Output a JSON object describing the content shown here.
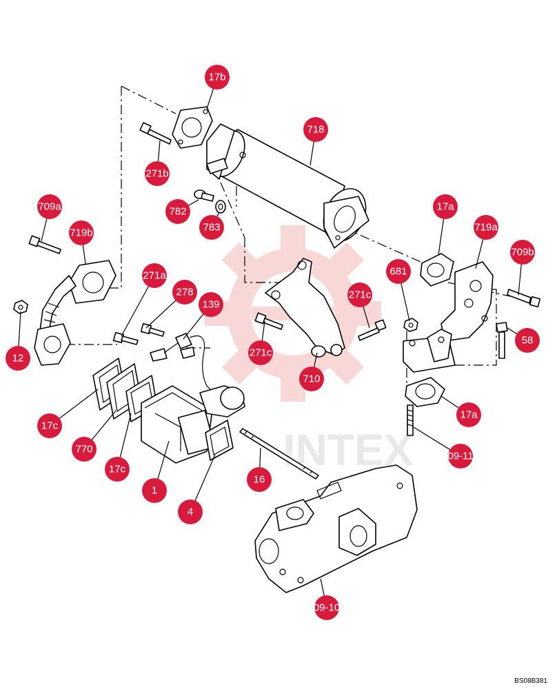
{
  "watermark": {
    "text": "INTEX",
    "color": "#f4c6c6"
  },
  "callout_color": "#d81b3c",
  "reference_code": "BS08B381",
  "callouts": [
    {
      "id": "17b",
      "label": "17b"
    },
    {
      "id": "718",
      "label": "718"
    },
    {
      "id": "271b",
      "label": "271b"
    },
    {
      "id": "782",
      "label": "782"
    },
    {
      "id": "783",
      "label": "783"
    },
    {
      "id": "709a",
      "label": "709a"
    },
    {
      "id": "719b",
      "label": "719b"
    },
    {
      "id": "17a-top",
      "label": "17a"
    },
    {
      "id": "719a",
      "label": "719a"
    },
    {
      "id": "709b",
      "label": "709b"
    },
    {
      "id": "681",
      "label": "681"
    },
    {
      "id": "271a",
      "label": "271a"
    },
    {
      "id": "278",
      "label": "278"
    },
    {
      "id": "139",
      "label": "139"
    },
    {
      "id": "271c-right",
      "label": "271c"
    },
    {
      "id": "12",
      "label": "12"
    },
    {
      "id": "271c",
      "label": "271c"
    },
    {
      "id": "58",
      "label": "58"
    },
    {
      "id": "710",
      "label": "710"
    },
    {
      "id": "17a-bottom",
      "label": "17a"
    },
    {
      "id": "17c-left",
      "label": "17c"
    },
    {
      "id": "770",
      "label": "770"
    },
    {
      "id": "09-11",
      "label": "09-11"
    },
    {
      "id": "17c",
      "label": "17c"
    },
    {
      "id": "16",
      "label": "16"
    },
    {
      "id": "1",
      "label": "1"
    },
    {
      "id": "4",
      "label": "4"
    },
    {
      "id": "09-10",
      "label": "09-10"
    }
  ]
}
